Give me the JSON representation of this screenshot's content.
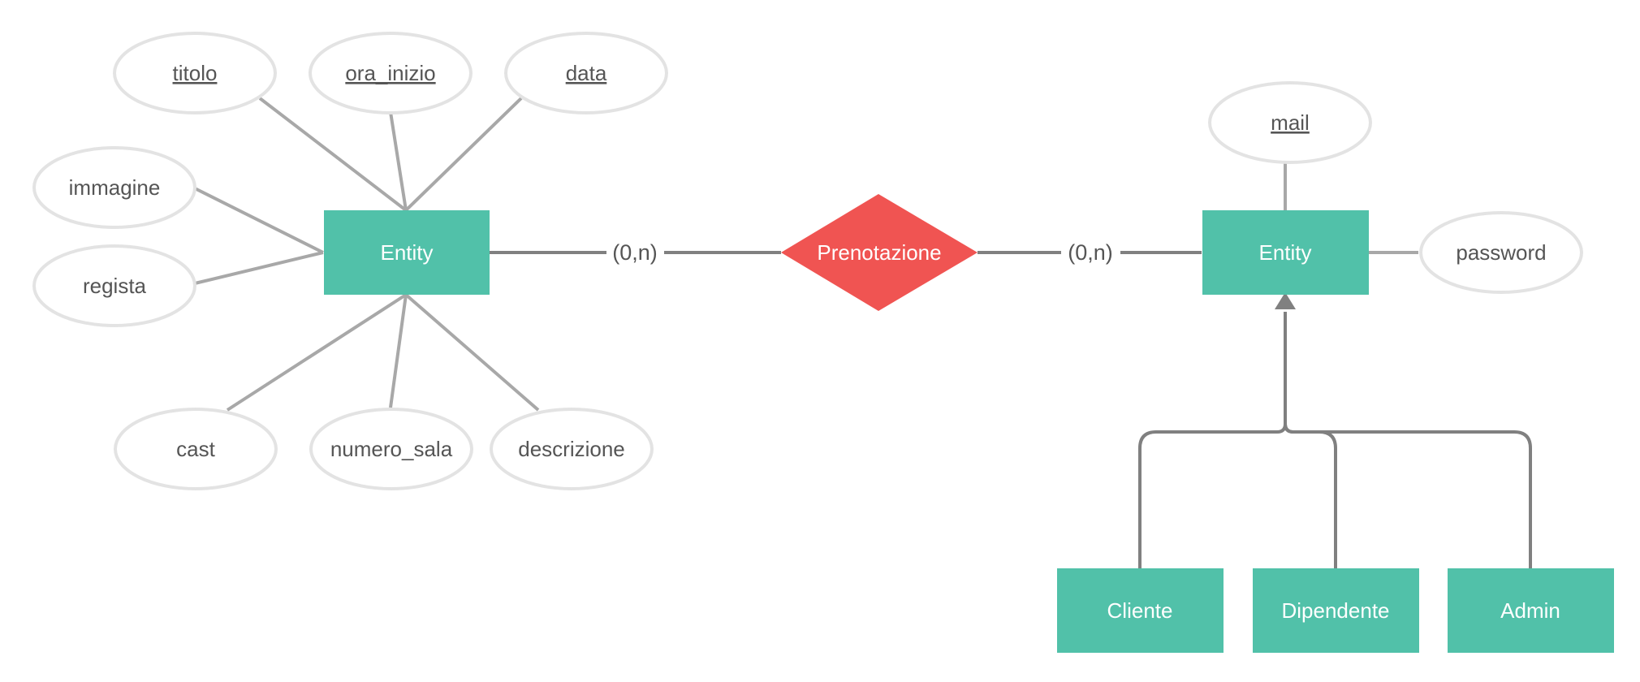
{
  "colors": {
    "entity": "#51c1a9",
    "relationship": "#f05452",
    "attribute_border": "#e3e3e3",
    "attribute_line": "#a8a8a8",
    "connector": "#808080",
    "text": "#555555"
  },
  "left_entity": {
    "label": "Entity",
    "attributes": {
      "titolo": "titolo",
      "ora_inizio": "ora_inizio",
      "data": "data",
      "immagine": "immagine",
      "regista": "regista",
      "cast": "cast",
      "numero_sala": "numero_sala",
      "descrizione": "descrizione"
    }
  },
  "relationship": {
    "label": "Prenotazione",
    "left_cardinality": "(0,n)",
    "right_cardinality": "(0,n)"
  },
  "right_entity": {
    "label": "Entity",
    "attributes": {
      "mail": "mail",
      "password": "password"
    }
  },
  "subtypes": {
    "cliente": "Cliente",
    "dipendente": "Dipendente",
    "admin": "Admin"
  }
}
